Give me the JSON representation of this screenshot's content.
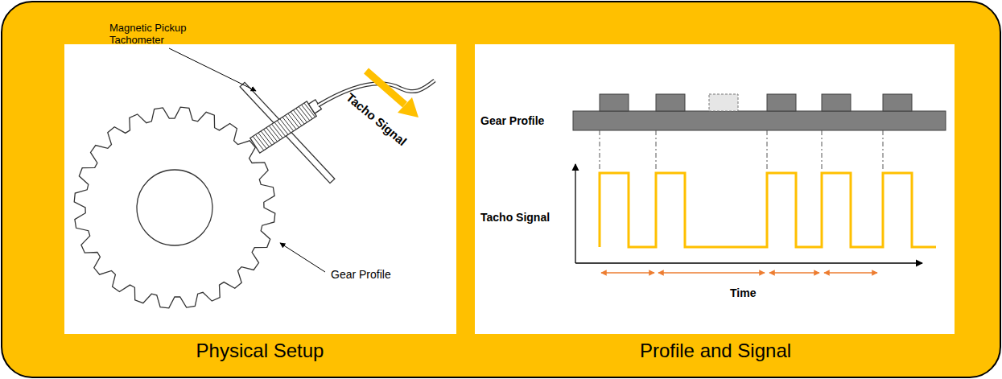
{
  "diagram": {
    "labels": [
      "Magnetic Pickup Tachometer",
      "Tacho Signal",
      "Gear Profile",
      "Gear Profile",
      "Tacho Signal",
      "Time",
      "Physical Setup",
      "Profile and Signal"
    ]
  }
}
